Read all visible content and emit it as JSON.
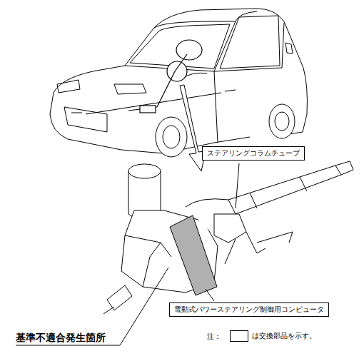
{
  "diagram": {
    "nodes": [
      {
        "text": [
          "ステアリングコラムチューブ"
        ]
      },
      {
        "text": [
          "電動式パワーステアリング制御用コンピュータ"
        ]
      }
    ],
    "labels": [
      "基準不適合発生箇所",
      "注："
    ],
    "legend": [
      {
        "text": "は交換部品を示す。"
      }
    ]
  }
}
